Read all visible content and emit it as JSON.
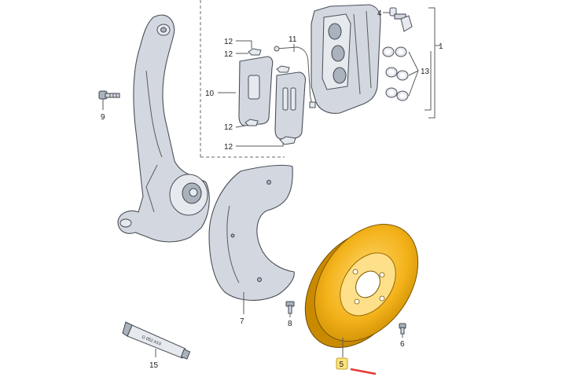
{
  "callouts": {
    "c1": "1",
    "c4": "4",
    "c5": "5",
    "c6": "6",
    "c7": "7",
    "c8": "8",
    "c9": "9",
    "c10": "10",
    "c11": "11",
    "c12a": "12",
    "c12b": "12",
    "c12c": "12",
    "c12d": "12",
    "c13": "13",
    "c15": "15"
  },
  "tube_label": "G 052 A10",
  "colors": {
    "disc": "#f3b21a",
    "disc_dark": "#c98a00",
    "disc_light": "#ffd970",
    "part": "#d3d8e0",
    "highlight_label": "#ffe27a",
    "pointer": "#e53935"
  }
}
